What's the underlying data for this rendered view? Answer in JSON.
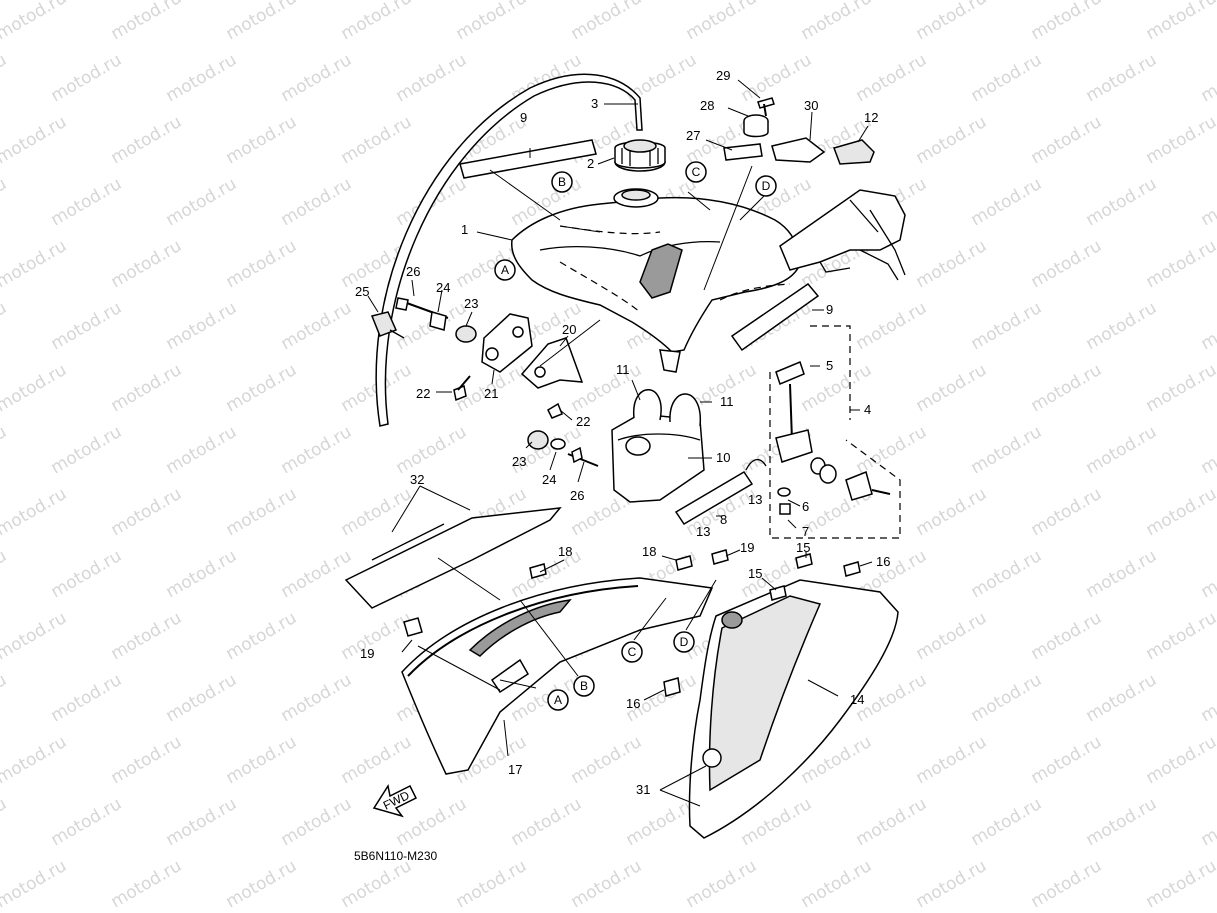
{
  "watermark": "motod.ru",
  "diagram_code": "5B6N110-M230",
  "fwd_label": "FWD",
  "callouts": [
    {
      "id": "1",
      "label": "1"
    },
    {
      "id": "2",
      "label": "2"
    },
    {
      "id": "3",
      "label": "3"
    },
    {
      "id": "4",
      "label": "4"
    },
    {
      "id": "5",
      "label": "5"
    },
    {
      "id": "6",
      "label": "6"
    },
    {
      "id": "7",
      "label": "7"
    },
    {
      "id": "8",
      "label": "8"
    },
    {
      "id": "9a",
      "label": "9"
    },
    {
      "id": "9b",
      "label": "9"
    },
    {
      "id": "10",
      "label": "10"
    },
    {
      "id": "11a",
      "label": "11"
    },
    {
      "id": "11b",
      "label": "11"
    },
    {
      "id": "12",
      "label": "12"
    },
    {
      "id": "13a",
      "label": "13"
    },
    {
      "id": "13b",
      "label": "13"
    },
    {
      "id": "14",
      "label": "14"
    },
    {
      "id": "15a",
      "label": "15"
    },
    {
      "id": "15b",
      "label": "15"
    },
    {
      "id": "16a",
      "label": "16"
    },
    {
      "id": "16b",
      "label": "16"
    },
    {
      "id": "17",
      "label": "17"
    },
    {
      "id": "18a",
      "label": "18"
    },
    {
      "id": "18b",
      "label": "18"
    },
    {
      "id": "19a",
      "label": "19"
    },
    {
      "id": "19b",
      "label": "19"
    },
    {
      "id": "20",
      "label": "20"
    },
    {
      "id": "21",
      "label": "21"
    },
    {
      "id": "22a",
      "label": "22"
    },
    {
      "id": "22b",
      "label": "22"
    },
    {
      "id": "23a",
      "label": "23"
    },
    {
      "id": "23b",
      "label": "23"
    },
    {
      "id": "24a",
      "label": "24"
    },
    {
      "id": "24b",
      "label": "24"
    },
    {
      "id": "25",
      "label": "25"
    },
    {
      "id": "26a",
      "label": "26"
    },
    {
      "id": "26b",
      "label": "26"
    },
    {
      "id": "27",
      "label": "27"
    },
    {
      "id": "28",
      "label": "28"
    },
    {
      "id": "29",
      "label": "29"
    },
    {
      "id": "30",
      "label": "30"
    },
    {
      "id": "31",
      "label": "31"
    },
    {
      "id": "32",
      "label": "32"
    }
  ],
  "refs": [
    {
      "id": "A1",
      "label": "A"
    },
    {
      "id": "A2",
      "label": "A"
    },
    {
      "id": "B1",
      "label": "B"
    },
    {
      "id": "B2",
      "label": "B"
    },
    {
      "id": "C1",
      "label": "C"
    },
    {
      "id": "C2",
      "label": "C"
    },
    {
      "id": "D1",
      "label": "D"
    },
    {
      "id": "D2",
      "label": "D"
    }
  ]
}
